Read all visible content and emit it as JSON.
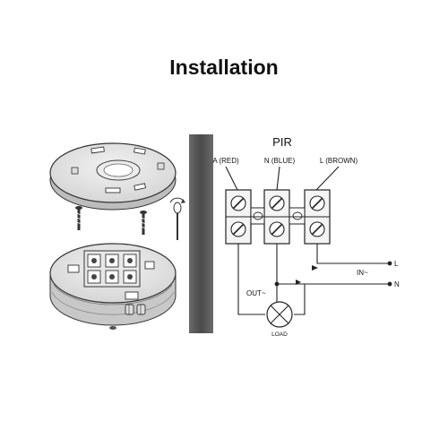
{
  "title": "Installation",
  "wiring": {
    "heading": "PIR",
    "terminals": {
      "a_red": "A (RED)",
      "n_blue": "N (BLUE)",
      "l_brown": "L (BROWN)"
    },
    "in_label": "IN~",
    "out_label": "OUT~",
    "load_label": "LOAD",
    "line_label": "L",
    "neutral_label": "N"
  },
  "colors": {
    "line": "#222222",
    "divider": "#5a5a5a"
  }
}
